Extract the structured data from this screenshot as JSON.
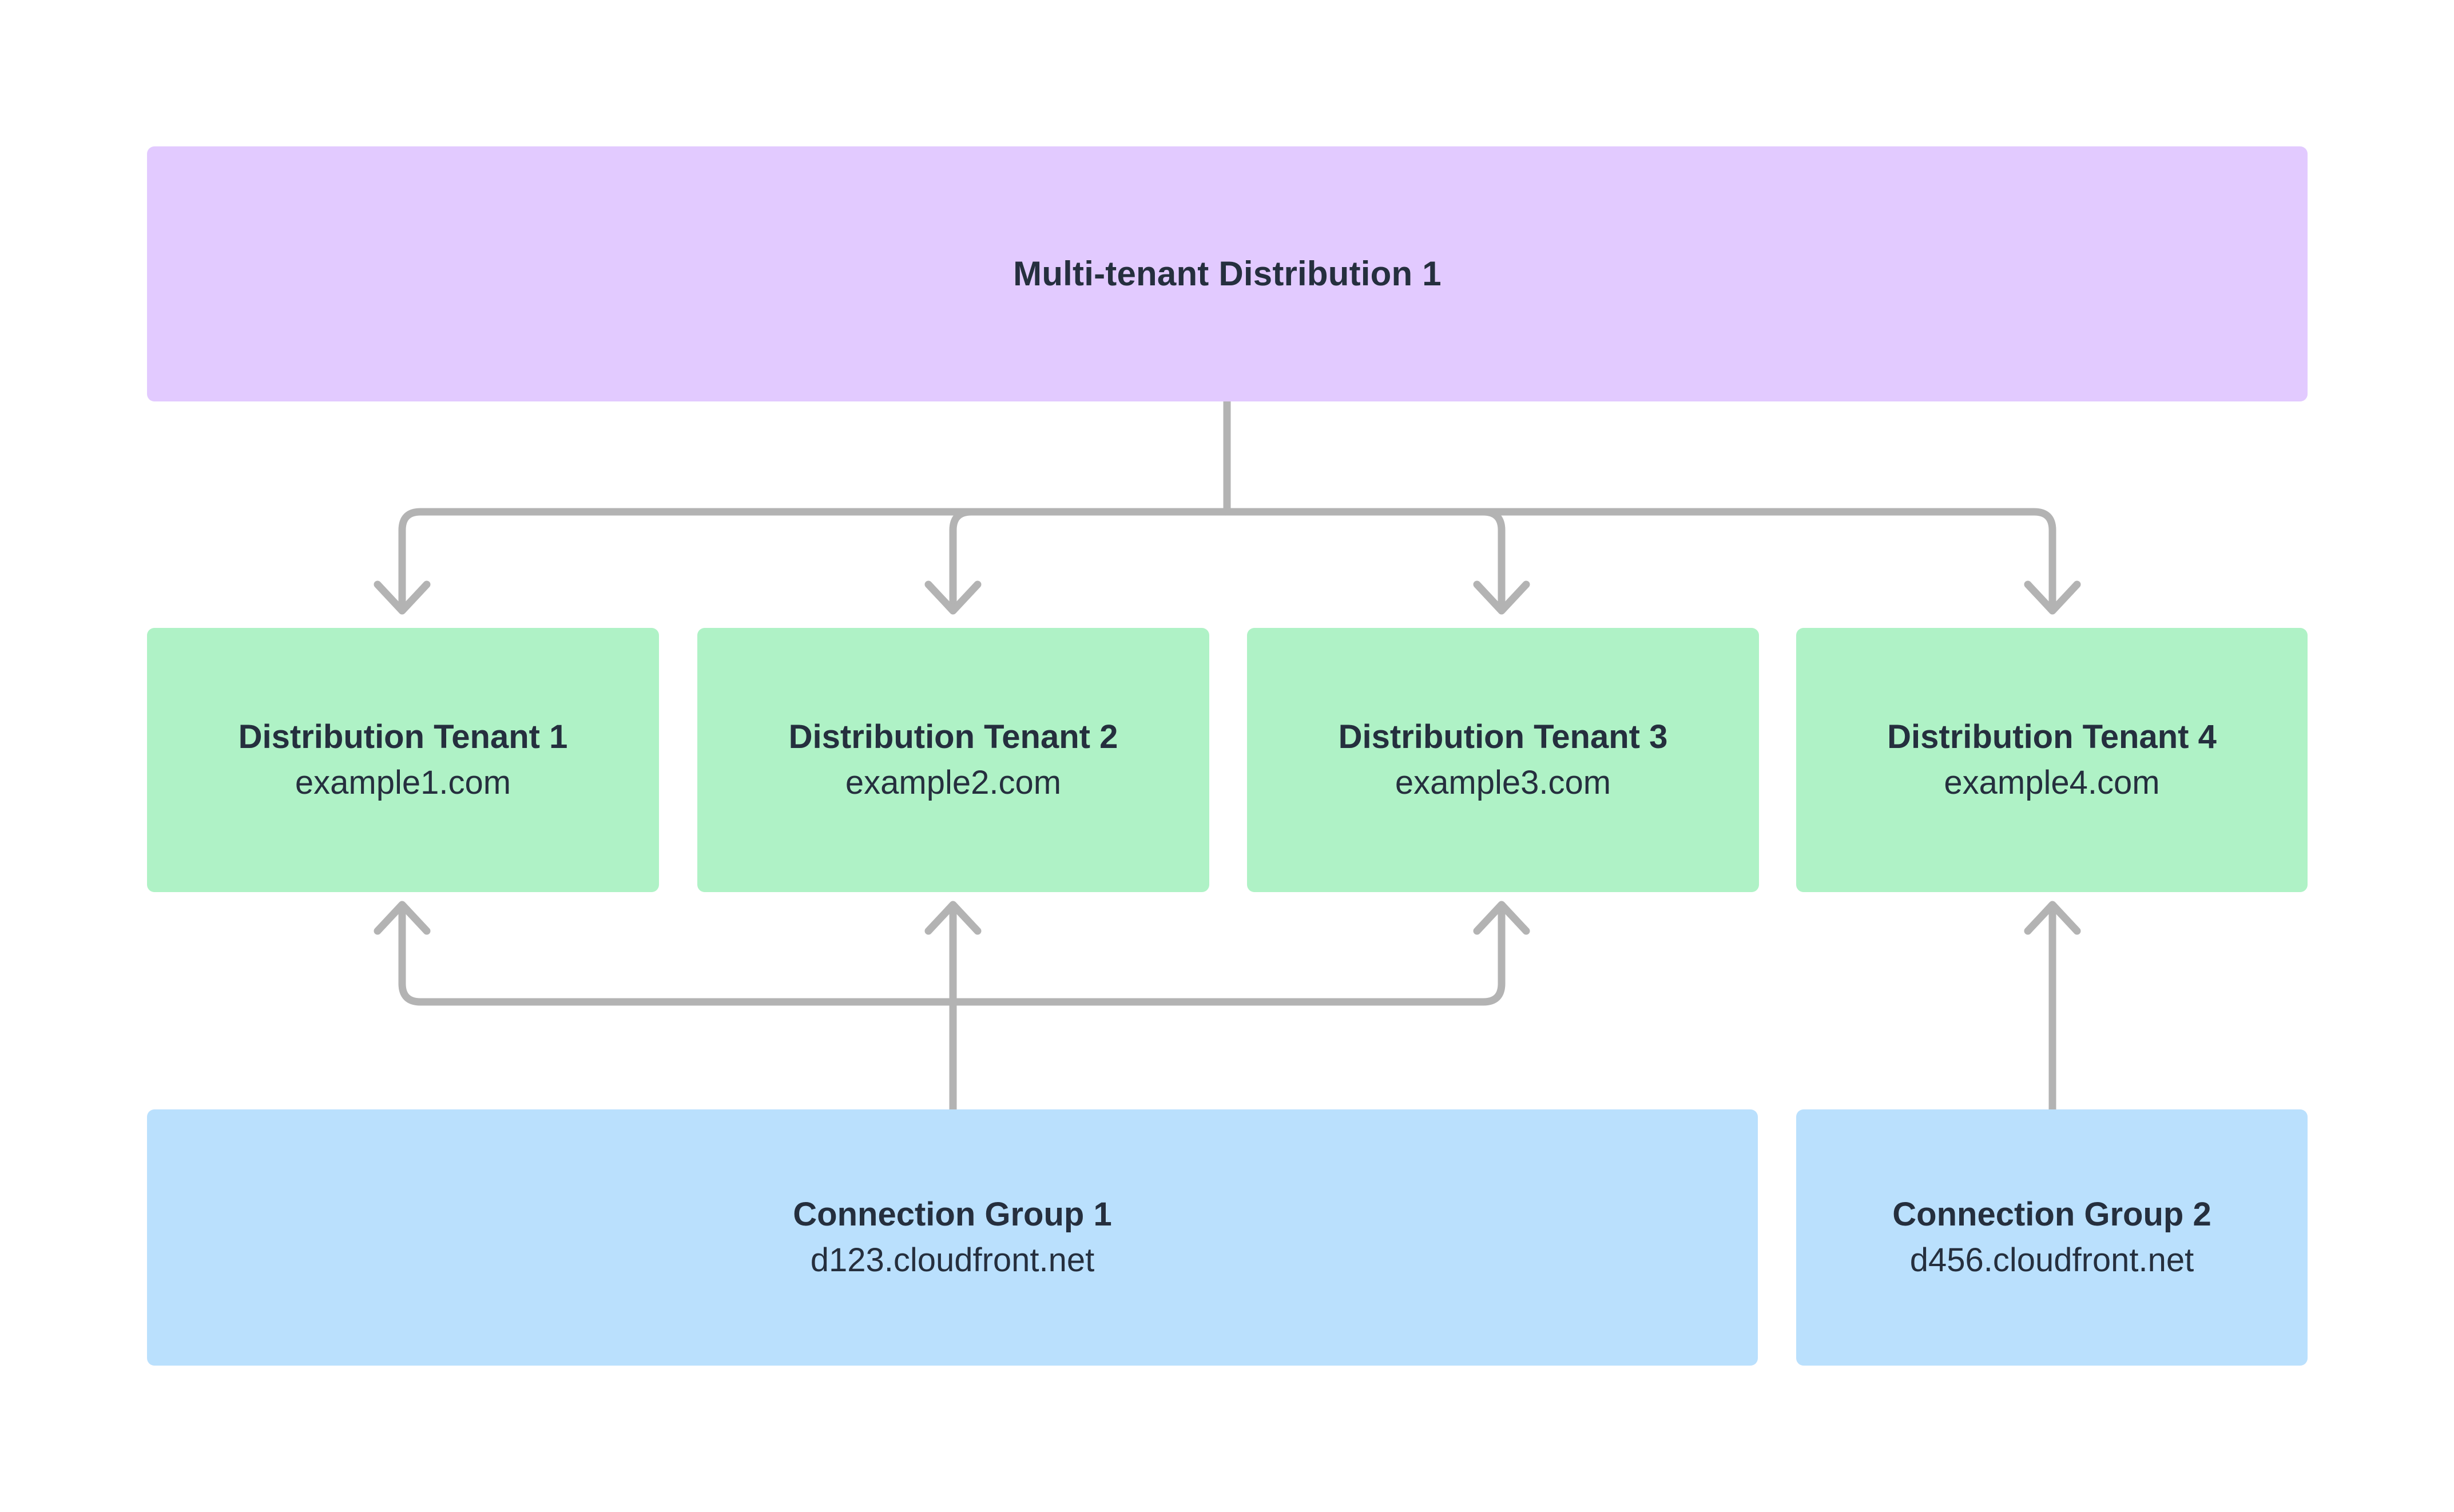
{
  "diagram": {
    "title_hidden": "",
    "colors": {
      "root_fill": "#e2caff",
      "tenant_fill": "#aff2c6",
      "group_fill": "#bae0fd",
      "edge_stroke": "#b3b3b3",
      "text": "#252f3e",
      "background": "#ffffff"
    },
    "root": {
      "label": "Multi-tenant Distribution 1"
    },
    "tenants": [
      {
        "label": "Distribution Tenant 1",
        "domain": "example1.com"
      },
      {
        "label": "Distribution Tenant 2",
        "domain": "example2.com"
      },
      {
        "label": "Distribution Tenant 3",
        "domain": "example3.com"
      },
      {
        "label": "Distribution Tenant 4",
        "domain": "example4.com"
      }
    ],
    "connection_groups": [
      {
        "label": "Connection Group 1",
        "domain": "d123.cloudfront.net"
      },
      {
        "label": "Connection Group 2",
        "domain": "d456.cloudfront.net"
      }
    ]
  }
}
